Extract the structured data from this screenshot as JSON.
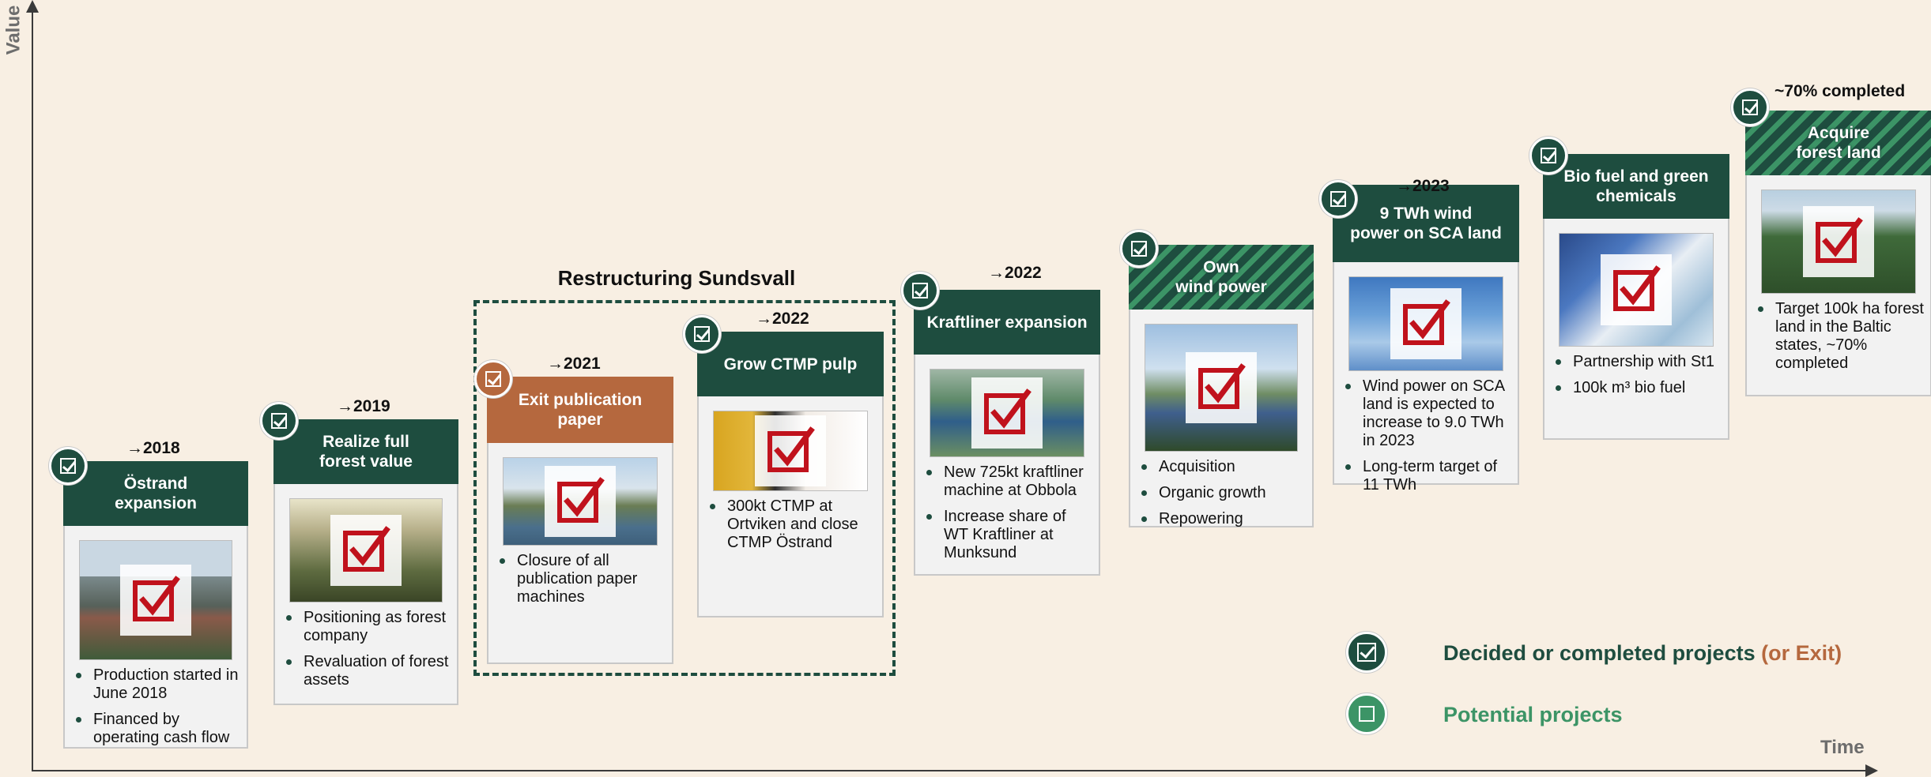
{
  "axes": {
    "y_label": "Value",
    "x_label": "Time"
  },
  "group": {
    "title": "Restructuring Sundsvall"
  },
  "cards": [
    {
      "year": "→2018",
      "title_lines": [
        "Östrand",
        "expansion"
      ],
      "bullets": [
        "Production started in June 2018",
        "Financed by operating cash flow"
      ],
      "status": "decided"
    },
    {
      "year": "→2019",
      "title_lines": [
        "Realize full",
        "forest value"
      ],
      "bullets": [
        "Positioning as forest company",
        "Revaluation of forest assets"
      ],
      "status": "decided"
    },
    {
      "year": "→2021",
      "title_lines": [
        "Exit publication",
        "paper"
      ],
      "bullets": [
        "Closure of all publication paper machines"
      ],
      "status": "exit"
    },
    {
      "year": "→2022",
      "title_lines": [
        "Grow CTMP pulp"
      ],
      "bullets": [
        "300kt CTMP at Ortviken and close CTMP Östrand"
      ],
      "status": "decided"
    },
    {
      "year": "→2022",
      "title_lines": [
        "Kraftliner expansion"
      ],
      "bullets": [
        "New 725kt kraftliner machine at Obbola",
        "Increase share of WT Kraftliner at Munksund"
      ],
      "status": "decided"
    },
    {
      "year": "",
      "title_lines": [
        "Own",
        "wind power"
      ],
      "bullets": [
        "Acquisition",
        "Organic growth",
        "Repowering"
      ],
      "status": "potential"
    },
    {
      "year": "→2023",
      "title_lines": [
        "9 TWh wind",
        "power on SCA land"
      ],
      "bullets": [
        "Wind power on SCA land is expected to increase to 9.0 TWh in 2023",
        "Long-term target of 11 TWh"
      ],
      "status": "decided"
    },
    {
      "year": "",
      "title_lines": [
        "Bio fuel and green",
        "chemicals"
      ],
      "bullets": [
        "Partnership with St1",
        "100k m³ bio fuel"
      ],
      "status": "decided"
    },
    {
      "year": "~70% completed",
      "title_lines": [
        "Acquire",
        "forest land"
      ],
      "bullets": [
        "Target 100k ha forest land in the Baltic states, ~70% completed"
      ],
      "status": "potential"
    }
  ],
  "legend": {
    "decided_label": "Decided or completed projects",
    "exit_label": "(or Exit)",
    "potential_label": "Potential projects"
  },
  "colors": {
    "dark_green": "#1e4d3f",
    "light_green": "#3c9466",
    "exit_brown": "#b5683e",
    "check_red": "#c0121c",
    "background": "#f8efe3"
  }
}
